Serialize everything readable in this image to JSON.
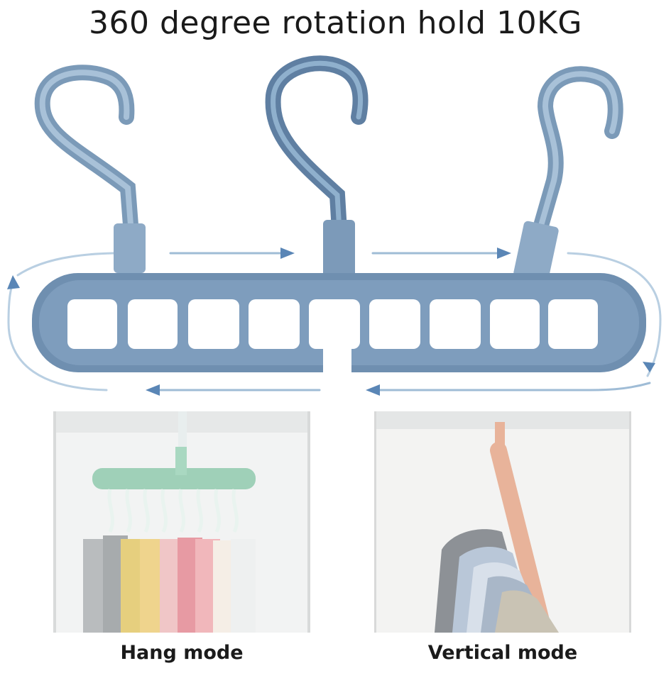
{
  "headline": "360 degree rotation hold 10KG",
  "modes": {
    "hang_label": "Hang mode",
    "vertical_label": "Vertical mode"
  },
  "colors": {
    "hanger_blue": "#7b9ab8",
    "hanger_dark": "#4f6f91",
    "arrow": "#5a86b6",
    "hang_mode_hanger": "#9fd0b8",
    "vertical_mode_hanger": "#e8b39a"
  },
  "hanger": {
    "slot_count": 9
  }
}
